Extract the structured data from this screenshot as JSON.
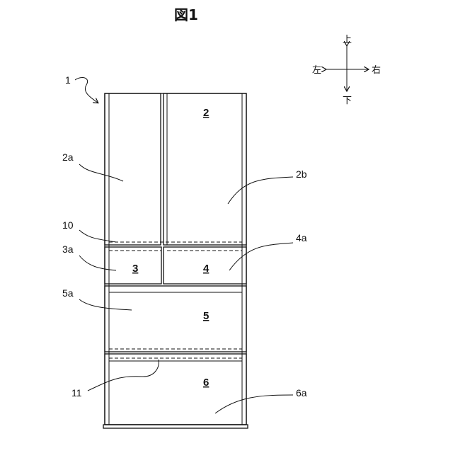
{
  "figure": {
    "title": "図1",
    "main_ref": "1",
    "parts": {
      "p2": "2",
      "p3": "3",
      "p4": "4",
      "p5": "5",
      "p6": "6"
    },
    "refs": {
      "r2a": "2a",
      "r2b": "2b",
      "r10": "10",
      "r3a": "3a",
      "r4a": "4a",
      "r5a": "5a",
      "r11": "11",
      "r6a": "6a"
    },
    "directions": {
      "up": "上",
      "down": "下",
      "left": "左",
      "right": "右"
    }
  }
}
